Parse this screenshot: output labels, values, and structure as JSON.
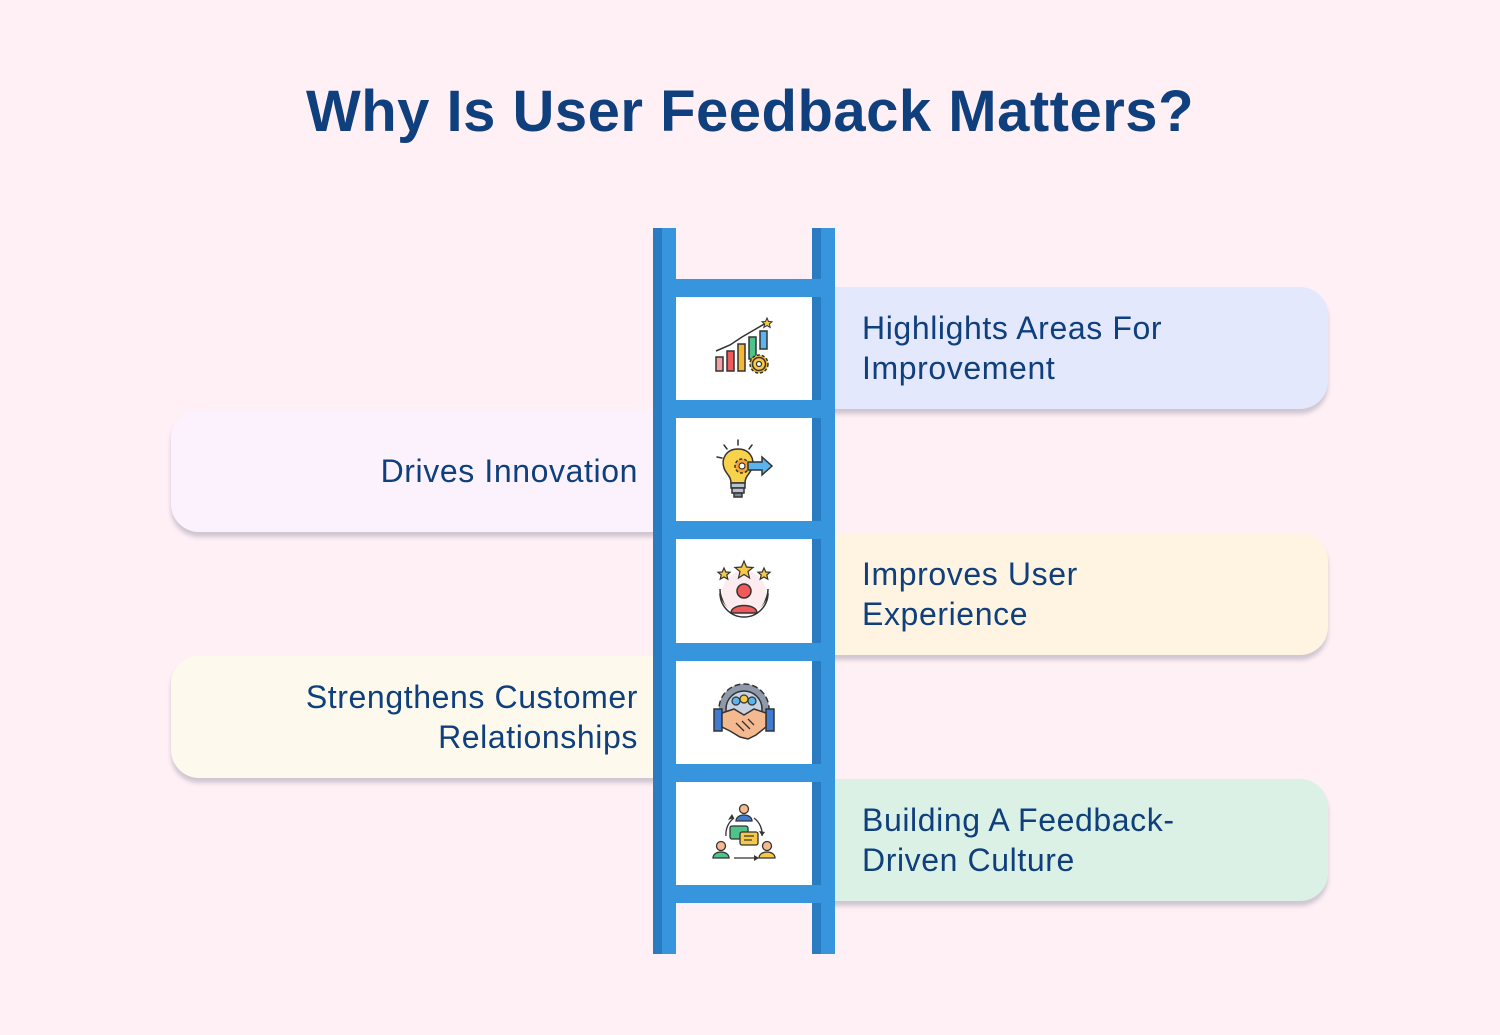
{
  "title": "Why Is User Feedback Matters?",
  "items": [
    {
      "label_lines": [
        "Highlights Areas For",
        "Improvement"
      ],
      "side": "right",
      "bg": "#e3e8fd",
      "icon": "chart-growth-gear-icon"
    },
    {
      "label_lines": [
        "Drives Innovation"
      ],
      "side": "left",
      "bg": "#fbf2fd",
      "icon": "lightbulb-gear-arrow-icon"
    },
    {
      "label_lines": [
        "Improves User",
        "Experience"
      ],
      "side": "right",
      "bg": "#fff4e1",
      "icon": "user-stars-icon"
    },
    {
      "label_lines": [
        "Strengthens Customer",
        "Relationships"
      ],
      "side": "left",
      "bg": "#fdf9ec",
      "icon": "handshake-gear-icon"
    },
    {
      "label_lines": [
        "Building A Feedback-",
        "Driven Culture"
      ],
      "side": "right",
      "bg": "#dcf1e5",
      "icon": "feedback-cycle-icon"
    }
  ],
  "colors": {
    "background": "#fff0f6",
    "title": "#0f3f7d",
    "ladder": "#3695dc",
    "ladder_shade": "#2a7cc2"
  }
}
